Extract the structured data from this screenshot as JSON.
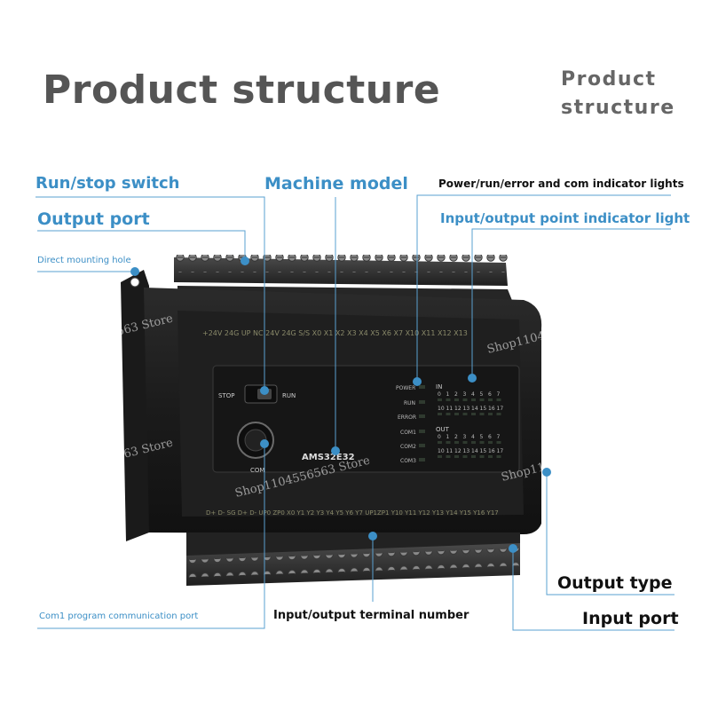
{
  "title": "Product structure",
  "side_title": [
    "Product",
    "structure"
  ],
  "labels": {
    "run_stop_switch": "Run/stop switch",
    "output_port_top": "Output port",
    "direct_mounting_hole": "Direct mounting hole",
    "machine_model": "Machine model",
    "indicator_lights": "Power/run/error and com indicator lights",
    "io_point_indicator": "Input/output point indicator light",
    "output_type": "Output type",
    "input_port": "Input port",
    "com1_port": "Com1 program communication port",
    "io_terminal_number": "Input/output terminal number"
  },
  "device": {
    "panel_left": [
      "STOP",
      "RUN",
      "COM"
    ],
    "status_leds": [
      "POWER",
      "RUN",
      "ERROR",
      "COM1",
      "COM2",
      "COM3"
    ],
    "in_label": "IN",
    "out_label": "OUT",
    "row_a": [
      "0",
      "1",
      "2",
      "3",
      "4",
      "5",
      "6",
      "7"
    ],
    "row_b": [
      "10",
      "11",
      "12",
      "13",
      "14",
      "15",
      "16",
      "17"
    ],
    "model": "AMS32E32",
    "bottom_terminals": "D+ D- SG D+ D-  UP0 ZP0 X0 Y1 Y2 Y3 Y4 Y5 Y6 Y7 UP1ZP1 Y10 Y11 Y12 Y13 Y14 Y15 Y16 Y17",
    "top_terminals": "+24V 24G UP  NC  24V 24G S/S X0 X1 X2 X3 X4 X5 X6 X7 X10 X11 X12 X13",
    "watermark": "Shop1104556563 Store"
  },
  "colors": {
    "accent": "#3c8fc6",
    "title": "#555555",
    "dark": "#111111"
  }
}
